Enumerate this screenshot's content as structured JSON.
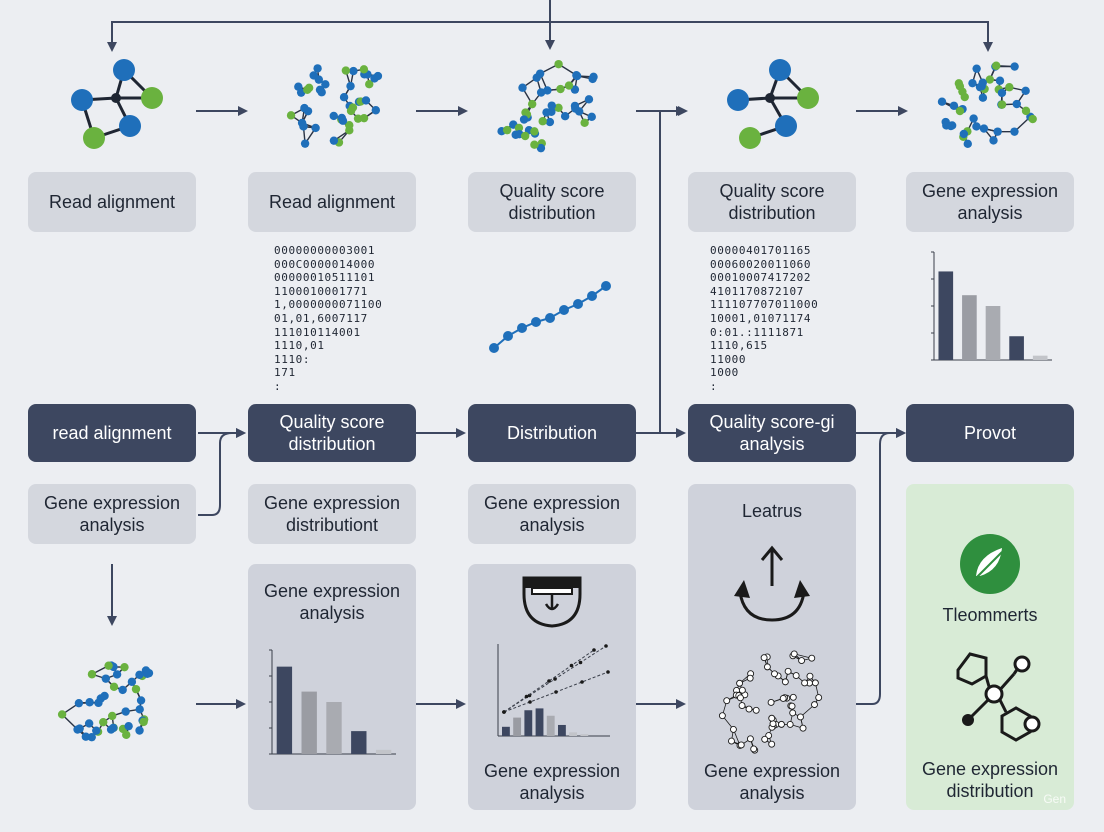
{
  "colors": {
    "blue": "#1f6fba",
    "green": "#6ab23f",
    "dark_box": "#3d4760",
    "light_box": "#d4d7de",
    "arrow": "#3d4760",
    "background": "#eceef2",
    "brand_green": "#2f8f3e"
  },
  "top_labels": [
    "Read alignment",
    "Read alignment",
    "Quality score\ndistribution",
    "Quality score\ndistribution",
    "Gene expression\nanalysis"
  ],
  "code_blocks": [
    [
      "00000000003001",
      "000C0000014000",
      "00000010511101",
      "1100010001771",
      "1,0000000071100",
      "01,01,6007117",
      "111010114001",
      "1110,01",
      "1110:",
      "171",
      ":"
    ],
    [
      "00000401701165",
      "00060020011060",
      "00010007417202",
      "4101170872107",
      "111107707011000",
      "10001,01071174",
      "0:01.:1111871",
      "1110,615",
      "11000",
      "1000",
      ":"
    ]
  ],
  "middle_labels": [
    "read alignment",
    "Quality score\ndistribution",
    "Distribution",
    "Quality score-gi\nanalysis",
    "Provot"
  ],
  "second_row_labels": [
    "Gene expression\nanalysis",
    "Gene expression\ndistributiont",
    "Gene expression\nanalysis"
  ],
  "panels": {
    "panel_1_title": "Gene expression\nanalysis",
    "panel_2_bottom": "Gene expression\nanalysis",
    "panel_3_title": "Leatrus",
    "panel_3_bottom": "Gene expression\nanalysis",
    "panel_4_title": "Tleommerts",
    "panel_4_bottom": "Gene expression\ndistribution"
  },
  "watermark": "Gen",
  "chart_data": [
    {
      "type": "bar",
      "categories": [
        "",
        "",
        "",
        "",
        ""
      ],
      "values": [
        82,
        60,
        50,
        22,
        4
      ],
      "ylim": [
        0,
        100
      ],
      "grid": false,
      "title": "",
      "xlabel": "",
      "ylabel": ""
    },
    {
      "type": "bar",
      "categories": [
        "",
        "",
        "",
        "",
        ""
      ],
      "values": [
        84,
        60,
        50,
        22,
        4
      ],
      "ylim": [
        0,
        100
      ],
      "grid": false,
      "title": "",
      "xlabel": "",
      "ylabel": ""
    },
    {
      "type": "bar",
      "categories": [
        "",
        "",
        "",
        "",
        "",
        "",
        "",
        ""
      ],
      "values": [
        10,
        20,
        28,
        30,
        22,
        12,
        4,
        2
      ],
      "ylim": [
        0,
        100
      ],
      "grid": false,
      "title": "",
      "xlabel": "",
      "ylabel": ""
    }
  ]
}
